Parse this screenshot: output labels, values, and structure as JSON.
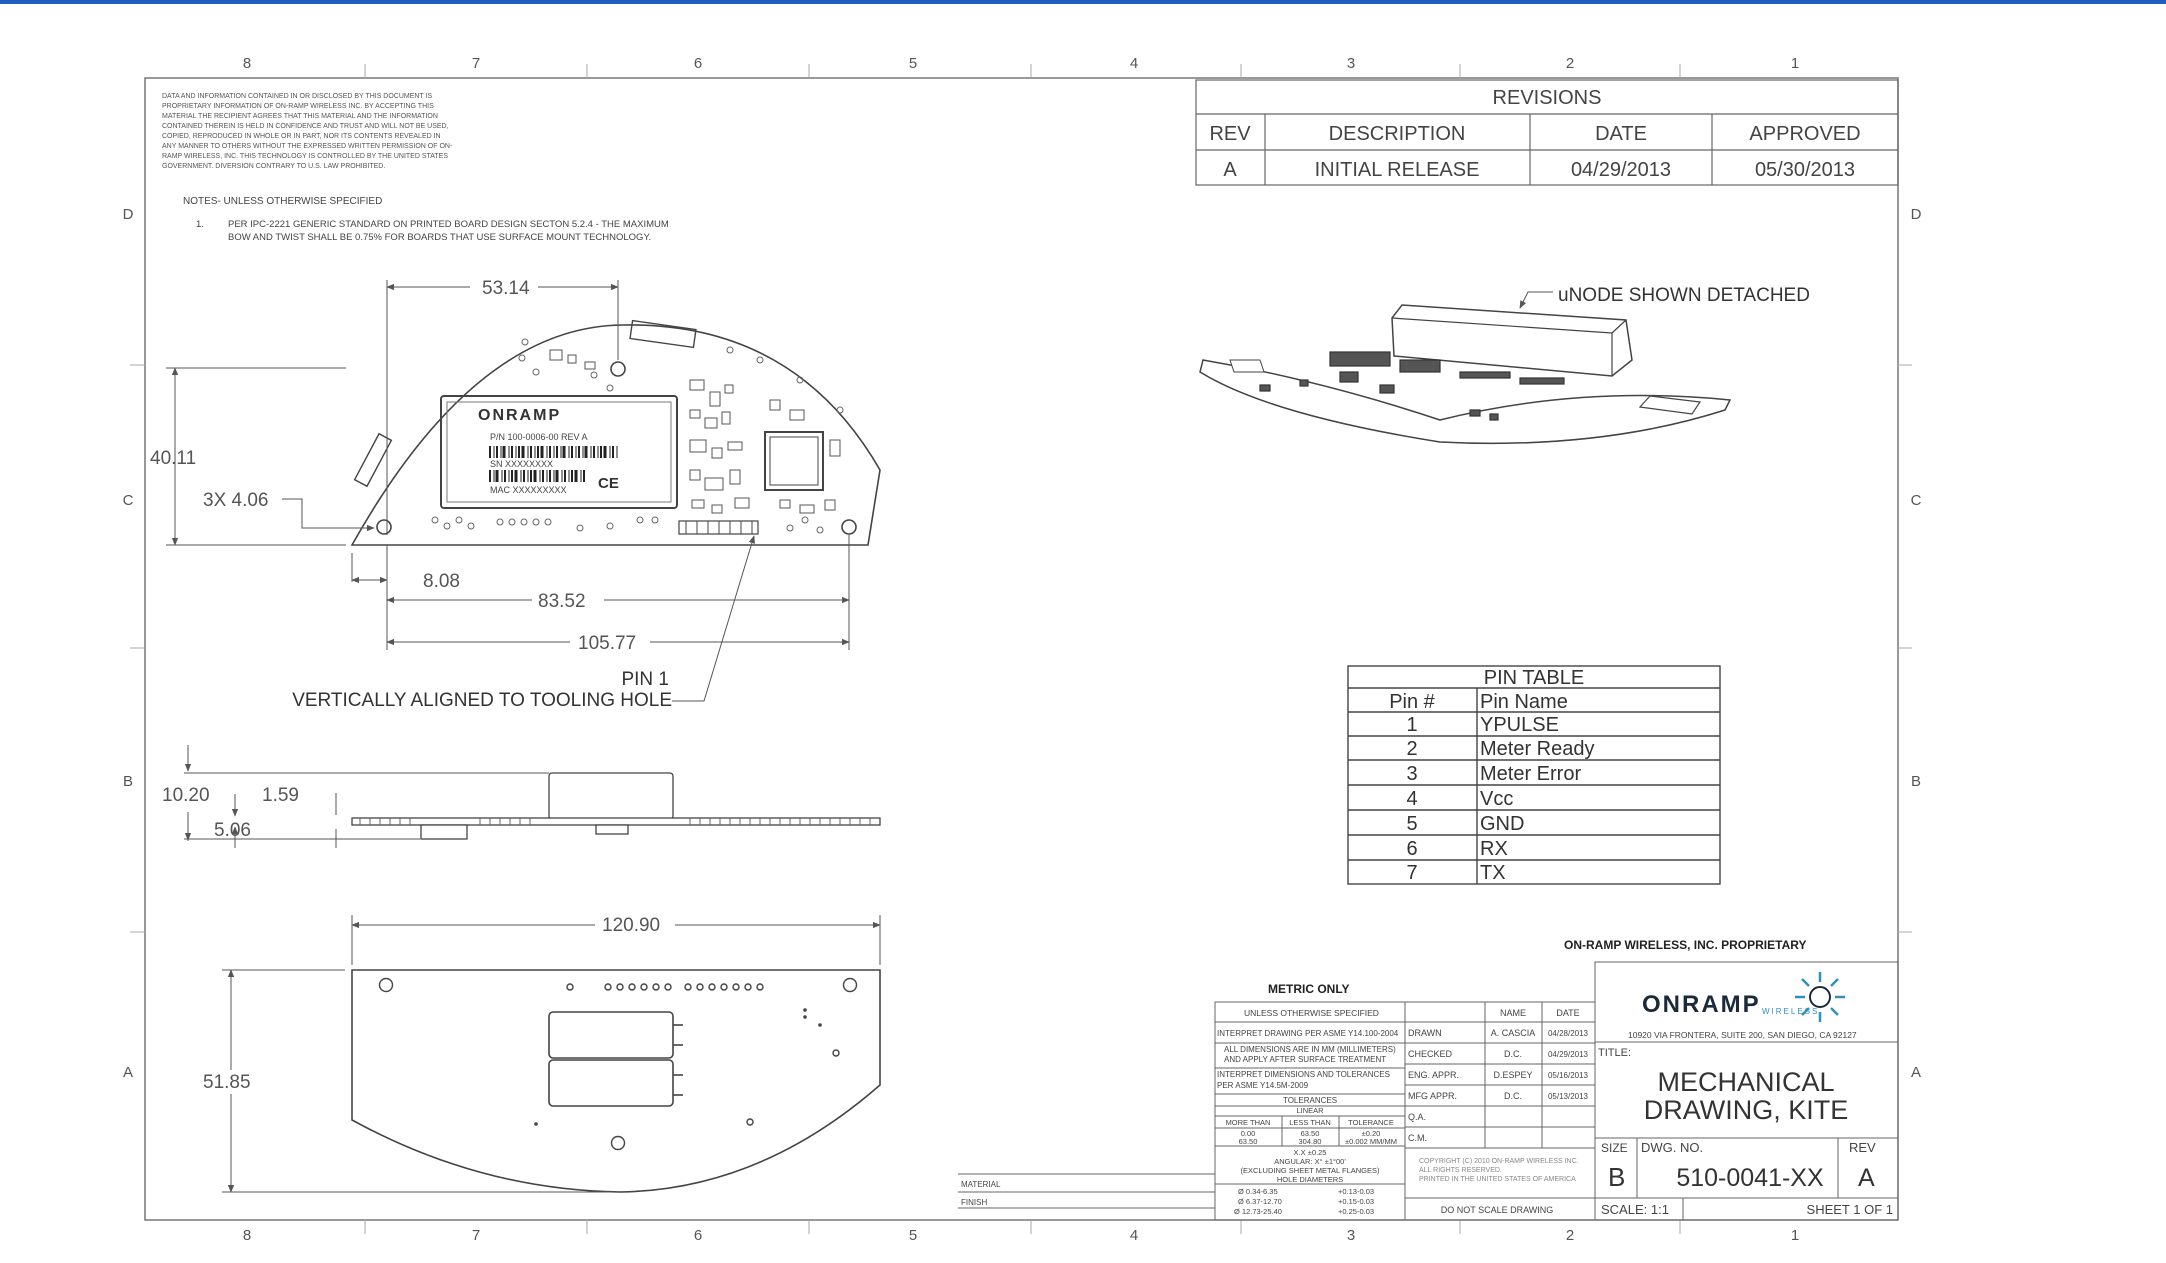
{
  "colors": {
    "top_bar": "#1f5fbf",
    "line": "#555555",
    "text": "#333333",
    "logo_dark": "#1a2a3a",
    "logo_accent": "#2f8fbf"
  },
  "zone_columns": [
    "8",
    "7",
    "6",
    "5",
    "4",
    "3",
    "2",
    "1"
  ],
  "zone_rows": [
    "D",
    "C",
    "B",
    "A"
  ],
  "disclaimer": [
    "DATA AND INFORMATION CONTAINED IN OR DISCLOSED BY THIS DOCUMENT IS",
    "PROPRIETARY INFORMATION OF ON-RAMP WIRELESS INC. BY ACCEPTING THIS",
    "MATERIAL THE RECIPIENT AGREES THAT THIS MATERIAL AND THE INFORMATION",
    "CONTAINED THEREIN IS HELD IN CONFIDENCE AND TRUST AND WILL NOT BE USED,",
    "COPIED, REPRODUCED IN WHOLE OR IN PART, NOR ITS CONTENTS REVEALED IN",
    "ANY MANNER TO OTHERS WITHOUT THE EXPRESSED WRITTEN PERMISSION OF ON-",
    "RAMP WIRELESS, INC. THIS TECHNOLOGY IS CONTROLLED BY THE UNITED STATES",
    "GOVERNMENT. DIVERSION CONTRARY TO U.S. LAW PROHIBITED."
  ],
  "notes": {
    "heading": "NOTES- UNLESS OTHERWISE SPECIFIED",
    "number": "1.",
    "line1": "PER IPC-2221 GENERIC STANDARD ON PRINTED BOARD DESIGN SECTON 5.2.4 - THE MAXIMUM",
    "line2": "BOW AND TWIST SHALL BE 0.75% FOR BOARDS THAT USE SURFACE MOUNT TECHNOLOGY."
  },
  "revisions": {
    "title": "REVISIONS",
    "headers": [
      "REV",
      "DESCRIPTION",
      "DATE",
      "APPROVED"
    ],
    "rows": [
      [
        "A",
        "INITIAL RELEASE",
        "04/29/2013",
        "05/30/2013"
      ]
    ]
  },
  "dimensions": {
    "top_width": "53.14",
    "height": "40.11",
    "holes": "3X 4.06",
    "d1": "8.08",
    "d2": "83.52",
    "d3": "105.77",
    "side_total": "10.20",
    "side_board": "1.59",
    "side_bottom": "5.06",
    "bottom_width": "120.90",
    "bottom_height": "51.85"
  },
  "labels": {
    "pin1_line1": "PIN 1",
    "pin1_line2": "VERTICALLY ALIGNED TO TOOLING HOLE",
    "detached": "uNODE SHOWN DETACHED"
  },
  "module_label": {
    "brand": "ONRAMP",
    "pn": "P/N 100-0006-00 REV A",
    "sn": "SN XXXXXXXX",
    "mac": "MAC XXXXXXXXX",
    "ce": "CE"
  },
  "pin_table": {
    "title": "PIN TABLE",
    "headers": [
      "Pin #",
      "Pin Name"
    ],
    "rows": [
      [
        "1",
        "YPULSE"
      ],
      [
        "2",
        "Meter Ready"
      ],
      [
        "3",
        "Meter Error"
      ],
      [
        "4",
        "Vcc"
      ],
      [
        "5",
        "GND"
      ],
      [
        "6",
        "RX"
      ],
      [
        "7",
        "TX"
      ]
    ]
  },
  "title_block": {
    "proprietary": "ON-RAMP WIRELESS, INC. PROPRIETARY",
    "metric": "METRIC ONLY",
    "unless": "UNLESS OTHERWISE SPECIFIED",
    "name_hdr": "NAME",
    "date_hdr": "DATE",
    "interp1": "INTERPRET DRAWING PER ASME Y14.100-2004",
    "interp2a": "ALL DIMENSIONS ARE IN MM (MILLIMETERS)",
    "interp2b": "AND APPLY AFTER SURFACE TREATMENT",
    "interp3a": "INTERPRET DIMENSIONS AND TOLERANCES",
    "interp3b": "PER ASME Y14.5M-2009",
    "tolerances": "TOLERANCES",
    "linear": "LINEAR",
    "tol_headers": [
      "MORE THAN",
      "LESS THAN",
      "TOLERANCE"
    ],
    "tol_rows": [
      [
        "0.00",
        "63.50",
        "±0.20"
      ],
      [
        "63.50",
        "304.80",
        "±0.002 MM/MM"
      ]
    ],
    "xx": "X.X ±0.25",
    "angular": "ANGULAR: X° ±1°00'",
    "excl": "(EXCLUDING SHEET METAL FLANGES)",
    "hole_dia": "HOLE DIAMETERS",
    "hole_rows": [
      [
        "Ø 0.34-6.35",
        "+0.13-0.03"
      ],
      [
        "Ø 6.37-12.70",
        "+0.15-0.03"
      ],
      [
        "Ø 12.73-25.40",
        "+0.25-0.03"
      ]
    ],
    "material": "MATERIAL",
    "finish": "FINISH",
    "roles": [
      [
        "DRAWN",
        "A. CASCIA",
        "04/28/2013"
      ],
      [
        "CHECKED",
        "D.C.",
        "04/29/2013"
      ],
      [
        "ENG. APPR.",
        "D.ESPEY",
        "05/16/2013"
      ],
      [
        "MFG APPR.",
        "D.C.",
        "05/13/2013"
      ],
      [
        "Q.A.",
        "",
        ""
      ],
      [
        "C.M.",
        "",
        ""
      ]
    ],
    "copyright1": "COPYRIGHT (C) 2010 ON-RAMP WIRELESS INC.",
    "copyright2": "ALL RIGHTS RESERVED.",
    "copyright3": "PRINTED IN THE UNITED STATES OF AMERICA",
    "do_not_scale": "DO NOT SCALE DRAWING",
    "logo": "ONRAMP",
    "logo_sub": "WIRELESS",
    "address": "10920 VIA FRONTERA, SUITE 200, SAN DIEGO, CA 92127",
    "title_label": "TITLE:",
    "title1": "MECHANICAL",
    "title2": "DRAWING, KITE",
    "size_label": "SIZE",
    "size": "B",
    "dwg_label": "DWG. NO.",
    "dwg": "510-0041-XX",
    "rev_label": "REV",
    "rev": "A",
    "scale": "SCALE: 1:1",
    "sheet": "SHEET 1 OF 1"
  }
}
